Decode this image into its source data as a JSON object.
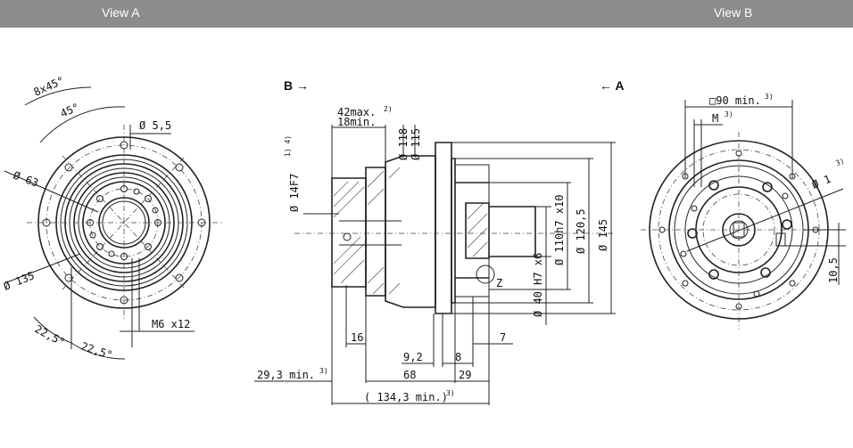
{
  "header": {
    "left_label": "View A",
    "right_label": "View B"
  },
  "view_markers": {
    "b_arrow": "B →",
    "a_arrow": "← A"
  },
  "dims_view_a": {
    "chamfer": "8x45°",
    "angle_45": "45°",
    "hole_dia": "Ø 5,5",
    "pcd_63": "Ø 63",
    "outer_135": "Ø 135",
    "angle_a": "22,5°",
    "angle_b": "22,5°",
    "thread": "M6 x12"
  },
  "dims_side": {
    "max_len": "42max.",
    "max_len_sup": "2)",
    "min_len": "18min.",
    "bore_14": "Ø 14F7",
    "bore_14_sup": "1) 4)",
    "d118": "Ø 118",
    "d115": "Ø 115",
    "d110": "Ø 110h7 x10",
    "d120": "Ø 120,5",
    "d145": "Ø 145",
    "d40": "Ø 40 H7 x6",
    "z": "Z",
    "len16": "16",
    "len7": "7",
    "len92": "9,2",
    "len8": "8",
    "len68": "68",
    "len29": "29",
    "len293": "29,3 min.",
    "len293_sup": "3)",
    "total": "( 134,3 min.)",
    "total_sup": "3)"
  },
  "dims_view_b": {
    "square": "□90 min.",
    "square_sup": "3)",
    "m": "M",
    "m_sup": "3)",
    "d_label": "Ø 1",
    "d_sup": "3)",
    "len105": "10,5"
  }
}
